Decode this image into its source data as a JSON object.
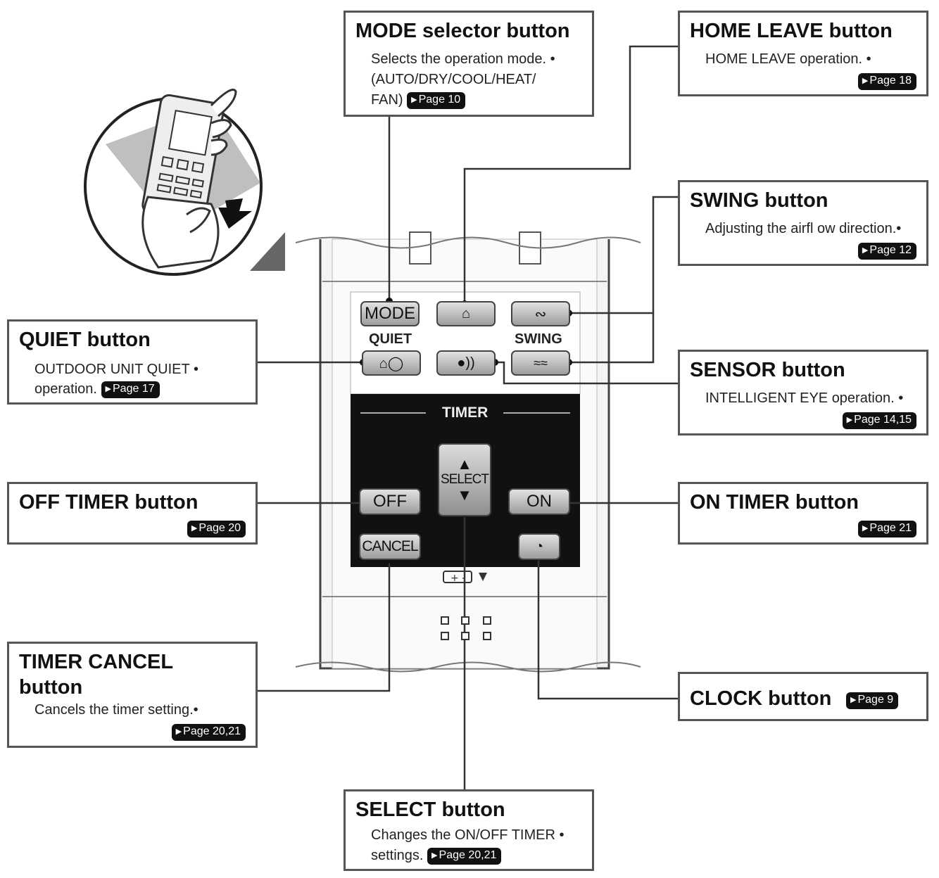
{
  "remote": {
    "mode_label": "MODE",
    "quiet_label": "QUIET",
    "swing_label": "SWING",
    "timer_label": "TIMER",
    "off_label": "OFF",
    "on_label": "ON",
    "cancel_label": "CANCEL",
    "select_label": "SELECT"
  },
  "callouts": {
    "mode": {
      "title": "MODE selector button",
      "lines": [
        "Selects the operation mode. •",
        "(AUTO/DRY/COOL/HEAT/",
        "FAN)"
      ],
      "page": "Page 10"
    },
    "home_leave": {
      "title": "HOME LEAVE button",
      "lines": [
        "HOME LEAVE operation. •"
      ],
      "page": "Page 18"
    },
    "swing": {
      "title": "SWING button",
      "lines": [
        "Adjusting the airfl ow direction.•"
      ],
      "page": "Page 12"
    },
    "quiet": {
      "title": "QUIET button",
      "lines": [
        "OUTDOOR UNIT QUIET •",
        "operation."
      ],
      "page": "Page 17"
    },
    "sensor": {
      "title": "SENSOR button",
      "lines": [
        "INTELLIGENT EYE operation. •"
      ],
      "page": "Page 14,15"
    },
    "off_timer": {
      "title": "OFF TIMER button",
      "page": "Page 20"
    },
    "on_timer": {
      "title": "ON TIMER button",
      "page": "Page 21"
    },
    "timer_cancel": {
      "title_line1": "TIMER CANCEL",
      "title_line2": "button",
      "lines": [
        "Cancels the timer setting.•"
      ],
      "page": "Page 20,21"
    },
    "clock": {
      "title": "CLOCK button",
      "page": "Page 9"
    },
    "select": {
      "title": "SELECT button",
      "lines": [
        "Changes the ON/OFF TIMER •",
        "settings."
      ],
      "page": "Page 20,21"
    }
  }
}
